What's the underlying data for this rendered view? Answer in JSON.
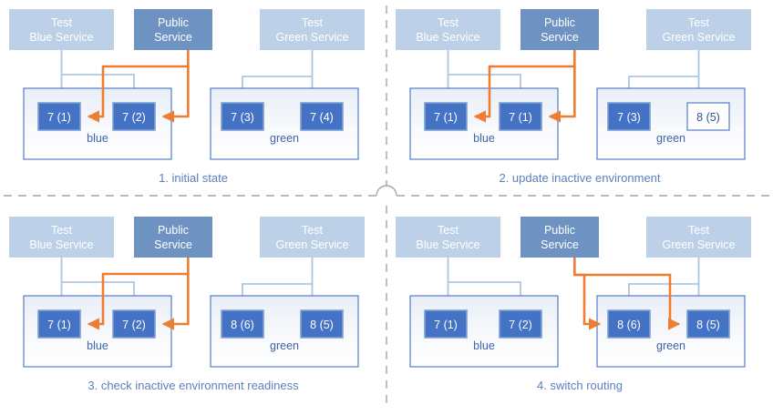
{
  "colors": {
    "service_light": "#bcd0e8",
    "service_dark": "#6e93c2",
    "version_fill": "#4472c4",
    "version_stroke": "#7f9fd4",
    "version_inactive_fill": "#ffffff",
    "version_inactive_text": "#2f5597",
    "env_fill": "#f2f5fa",
    "env_stroke": "#4472c4",
    "arrow_blue": "#aec6e3",
    "arrow_orange": "#ed7d31",
    "caption_text": "#5b7fc0",
    "divider": "#a6a6a6",
    "label_white": "#ffffff",
    "env_label_text": "#3f62a8"
  },
  "diagram": {
    "title_icons": {
      "divider_vertical": "dashed-divider-icon",
      "divider_horizontal": "dashed-divider-icon"
    },
    "panels": [
      {
        "id": "panel-1",
        "caption": "1. initial state",
        "services": [
          {
            "name": "test-blue-service",
            "line1": "Test",
            "line2": "Blue Service",
            "style": "light"
          },
          {
            "name": "public-service",
            "line1": "Public",
            "line2": "Service",
            "style": "dark"
          },
          {
            "name": "test-green-service",
            "line1": "Test",
            "line2": "Green Service",
            "style": "light"
          }
        ],
        "environments": [
          {
            "name": "blue",
            "label": "blue",
            "versions": [
              {
                "label": "7 (1)",
                "state": "active"
              },
              {
                "label": "7 (2)",
                "state": "active"
              }
            ]
          },
          {
            "name": "green",
            "label": "green",
            "versions": [
              {
                "label": "7 (3)",
                "state": "active"
              },
              {
                "label": "7 (4)",
                "state": "active"
              }
            ]
          }
        ],
        "public_routing": "blue"
      },
      {
        "id": "panel-2",
        "caption": "2. update inactive environment",
        "services": [
          {
            "name": "test-blue-service",
            "line1": "Test",
            "line2": "Blue Service",
            "style": "light"
          },
          {
            "name": "public-service",
            "line1": "Public",
            "line2": "Service",
            "style": "dark"
          },
          {
            "name": "test-green-service",
            "line1": "Test",
            "line2": "Green Service",
            "style": "light"
          }
        ],
        "environments": [
          {
            "name": "blue",
            "label": "blue",
            "versions": [
              {
                "label": "7 (1)",
                "state": "active"
              },
              {
                "label": "7 (1)",
                "state": "active"
              }
            ]
          },
          {
            "name": "green",
            "label": "green",
            "versions": [
              {
                "label": "7 (3)",
                "state": "active"
              },
              {
                "label": "8 (5)",
                "state": "updating"
              }
            ]
          }
        ],
        "public_routing": "blue"
      },
      {
        "id": "panel-3",
        "caption": "3. check inactive environment readiness",
        "services": [
          {
            "name": "test-blue-service",
            "line1": "Test",
            "line2": "Blue Service",
            "style": "light"
          },
          {
            "name": "public-service",
            "line1": "Public",
            "line2": "Service",
            "style": "dark"
          },
          {
            "name": "test-green-service",
            "line1": "Test",
            "line2": "Green Service",
            "style": "light"
          }
        ],
        "environments": [
          {
            "name": "blue",
            "label": "blue",
            "versions": [
              {
                "label": "7 (1)",
                "state": "active"
              },
              {
                "label": "7 (2)",
                "state": "active"
              }
            ]
          },
          {
            "name": "green",
            "label": "green",
            "versions": [
              {
                "label": "8 (6)",
                "state": "active"
              },
              {
                "label": "8 (5)",
                "state": "active"
              }
            ]
          }
        ],
        "public_routing": "blue"
      },
      {
        "id": "panel-4",
        "caption": "4. switch routing",
        "services": [
          {
            "name": "test-blue-service",
            "line1": "Test",
            "line2": "Blue Service",
            "style": "light"
          },
          {
            "name": "public-service",
            "line1": "Public",
            "line2": "Service",
            "style": "dark"
          },
          {
            "name": "test-green-service",
            "line1": "Test",
            "line2": "Green Service",
            "style": "light"
          }
        ],
        "environments": [
          {
            "name": "blue",
            "label": "blue",
            "versions": [
              {
                "label": "7 (1)",
                "state": "active"
              },
              {
                "label": "7 (2)",
                "state": "active"
              }
            ]
          },
          {
            "name": "green",
            "label": "green",
            "versions": [
              {
                "label": "8 (6)",
                "state": "active"
              },
              {
                "label": "8 (5)",
                "state": "active"
              }
            ]
          }
        ],
        "public_routing": "green"
      }
    ]
  }
}
